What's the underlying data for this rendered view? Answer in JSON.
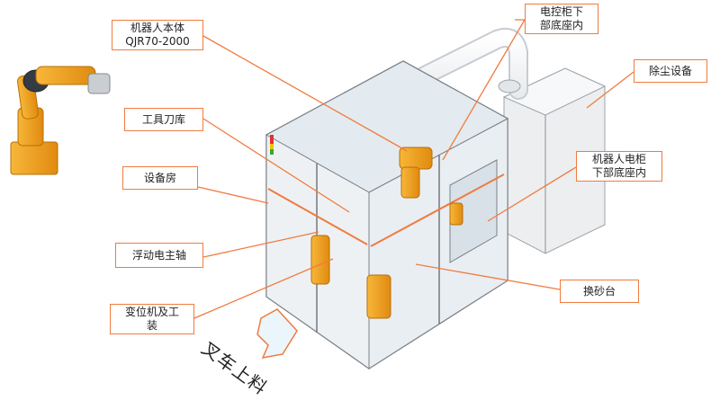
{
  "callouts": {
    "robot_body": {
      "line1": "机器人本体",
      "line2": "QJR70-2000"
    },
    "control_cabinet": {
      "line1": "电控柜下",
      "line2": "部底座内"
    },
    "dust_collector": {
      "label": "除尘设备"
    },
    "tool_magazine": {
      "label": "工具刀库"
    },
    "equipment_room": {
      "label": "设备房"
    },
    "robot_cabinet": {
      "line1": "机器人电柜",
      "line2": "下部底座内"
    },
    "floating_spindle": {
      "label": "浮动电主轴"
    },
    "sand_change_table": {
      "label": "换砂台"
    },
    "positioner": {
      "line1": "变位机及工",
      "line2": "装"
    }
  },
  "loading_arrow": {
    "label": "叉车上料"
  },
  "colors": {
    "accent": "#f07b3f",
    "robot": "#f2a21b",
    "frame": "#e6e8eb",
    "glass": "#dfe8ee"
  }
}
